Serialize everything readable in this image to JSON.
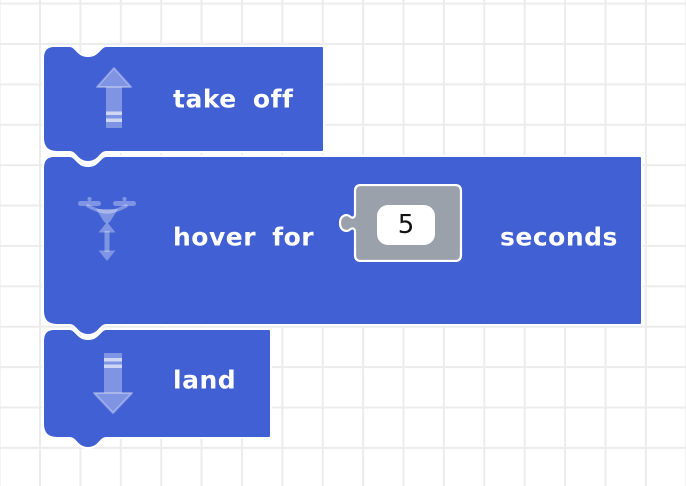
{
  "workspace": {
    "background": "#ffffff",
    "grid_line_color": "#ececec"
  },
  "theme": {
    "block_color": "#4160d4",
    "icon_tint": "rgba(255,255,255,0.33)",
    "icon_tint_bright": "rgba(255,255,255,0.62)",
    "param_fill": "#9ba1ab",
    "param_border": "#ffffff",
    "value_background": "#ffffff",
    "value_text_color": "#111111",
    "label_color": "#ffffff"
  },
  "blocks": {
    "take_off": {
      "label": "take off",
      "icon": "takeoff-arrow-up-icon"
    },
    "hover": {
      "label_before": "hover for",
      "value": "5",
      "label_after": "seconds",
      "icon": "drone-hover-icon"
    },
    "land": {
      "label": "land",
      "icon": "land-arrow-down-icon"
    }
  }
}
